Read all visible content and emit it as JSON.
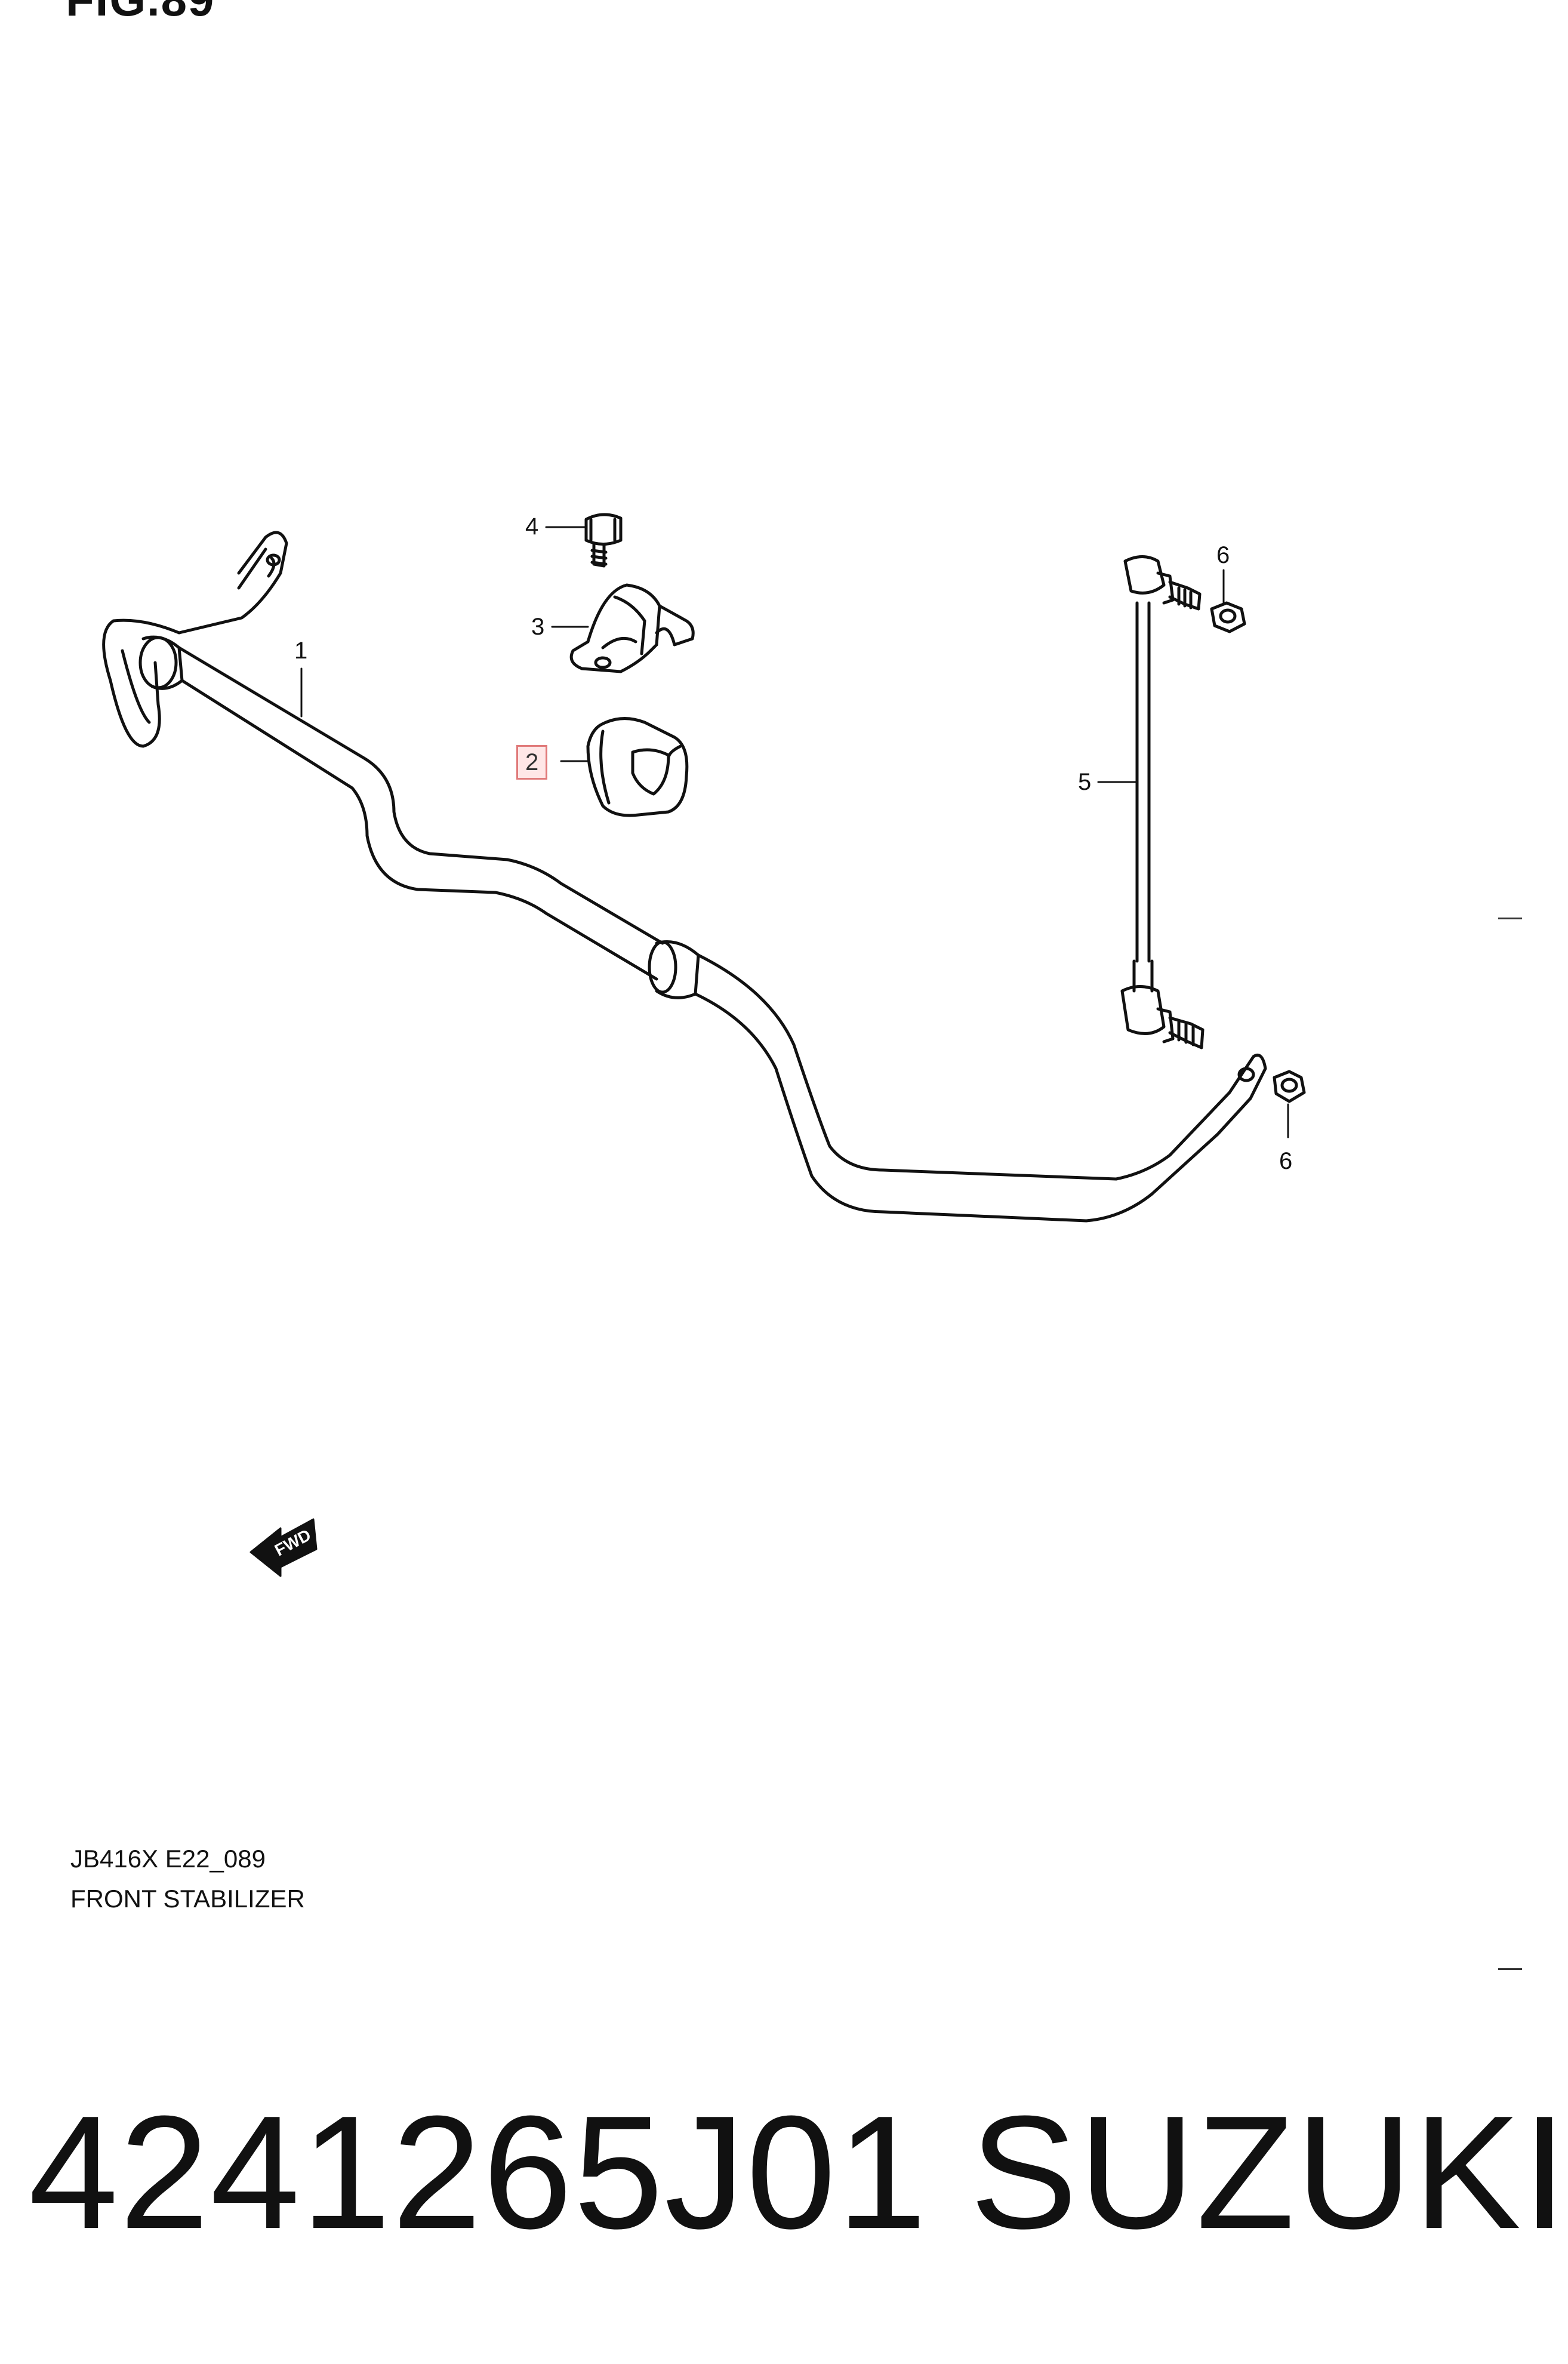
{
  "header": {
    "figure_label": "FIG.89"
  },
  "diagram": {
    "code": "JB416X E22_089",
    "caption": "FRONT STABILIZER",
    "fwd_label": "FWD",
    "callouts": [
      {
        "id": "1",
        "label": "1"
      },
      {
        "id": "2",
        "label": "2",
        "highlighted": true
      },
      {
        "id": "3",
        "label": "3"
      },
      {
        "id": "4",
        "label": "4"
      },
      {
        "id": "5",
        "label": "5"
      },
      {
        "id": "6a",
        "label": "6"
      },
      {
        "id": "6b",
        "label": "6"
      }
    ],
    "highlight_color": "#e07a7a"
  },
  "footer": {
    "part_number": "4241265J01",
    "brand": "SUZUKI"
  }
}
